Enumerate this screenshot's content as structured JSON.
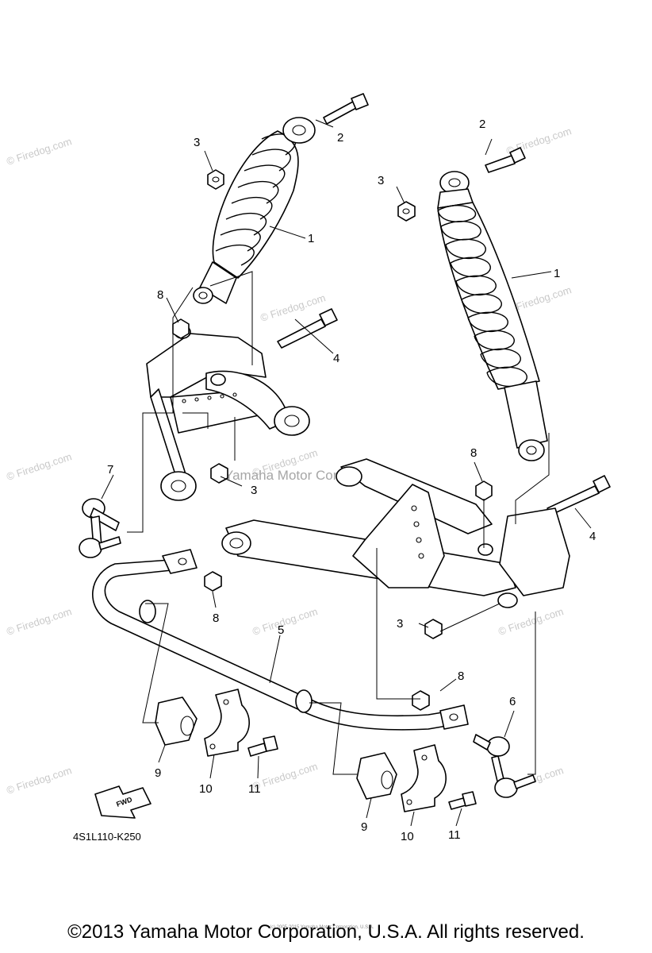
{
  "watermarks": [
    "© Firedog.com"
  ],
  "center_watermark": "Yamaha Motor Corp., U.S.A.",
  "callouts": [
    "1",
    "2",
    "3",
    "4",
    "5",
    "6",
    "7",
    "8",
    "9",
    "10",
    "11"
  ],
  "diagram_code": "4S1L110-K250",
  "fwd_label": "FWD",
  "small_copyright": "(c) 2005-2015 Yamaha Motor Corporation, U.S.A.",
  "footer": "©2013 Yamaha Motor Corporation, U.S.A. All rights reserved."
}
